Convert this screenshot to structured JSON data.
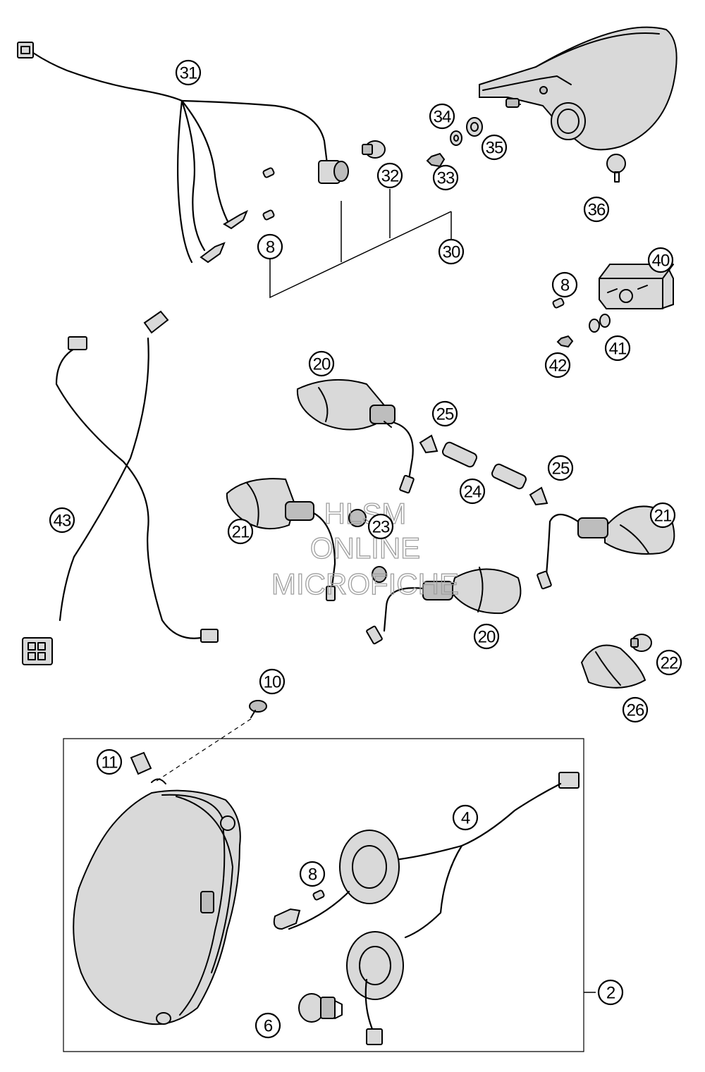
{
  "callouts": {
    "c31": "31",
    "c34": "34",
    "c35": "35",
    "c33": "33",
    "c32": "32",
    "c36": "36",
    "c30": "30",
    "c8a": "8",
    "c40": "40",
    "c8b": "8",
    "c41": "41",
    "c42": "42",
    "c20a": "20",
    "c25a": "25",
    "c24": "24",
    "c25b": "25",
    "c43": "43",
    "c21a": "21",
    "c23": "23",
    "c21b": "21",
    "c20b": "20",
    "c22": "22",
    "c26": "26",
    "c10": "10",
    "c11": "11",
    "c4": "4",
    "c8c": "8",
    "c2": "2",
    "c6": "6"
  },
  "watermark": {
    "line1": "HLSM",
    "line2": "ONLINE",
    "line3": "MICROFICHE"
  }
}
